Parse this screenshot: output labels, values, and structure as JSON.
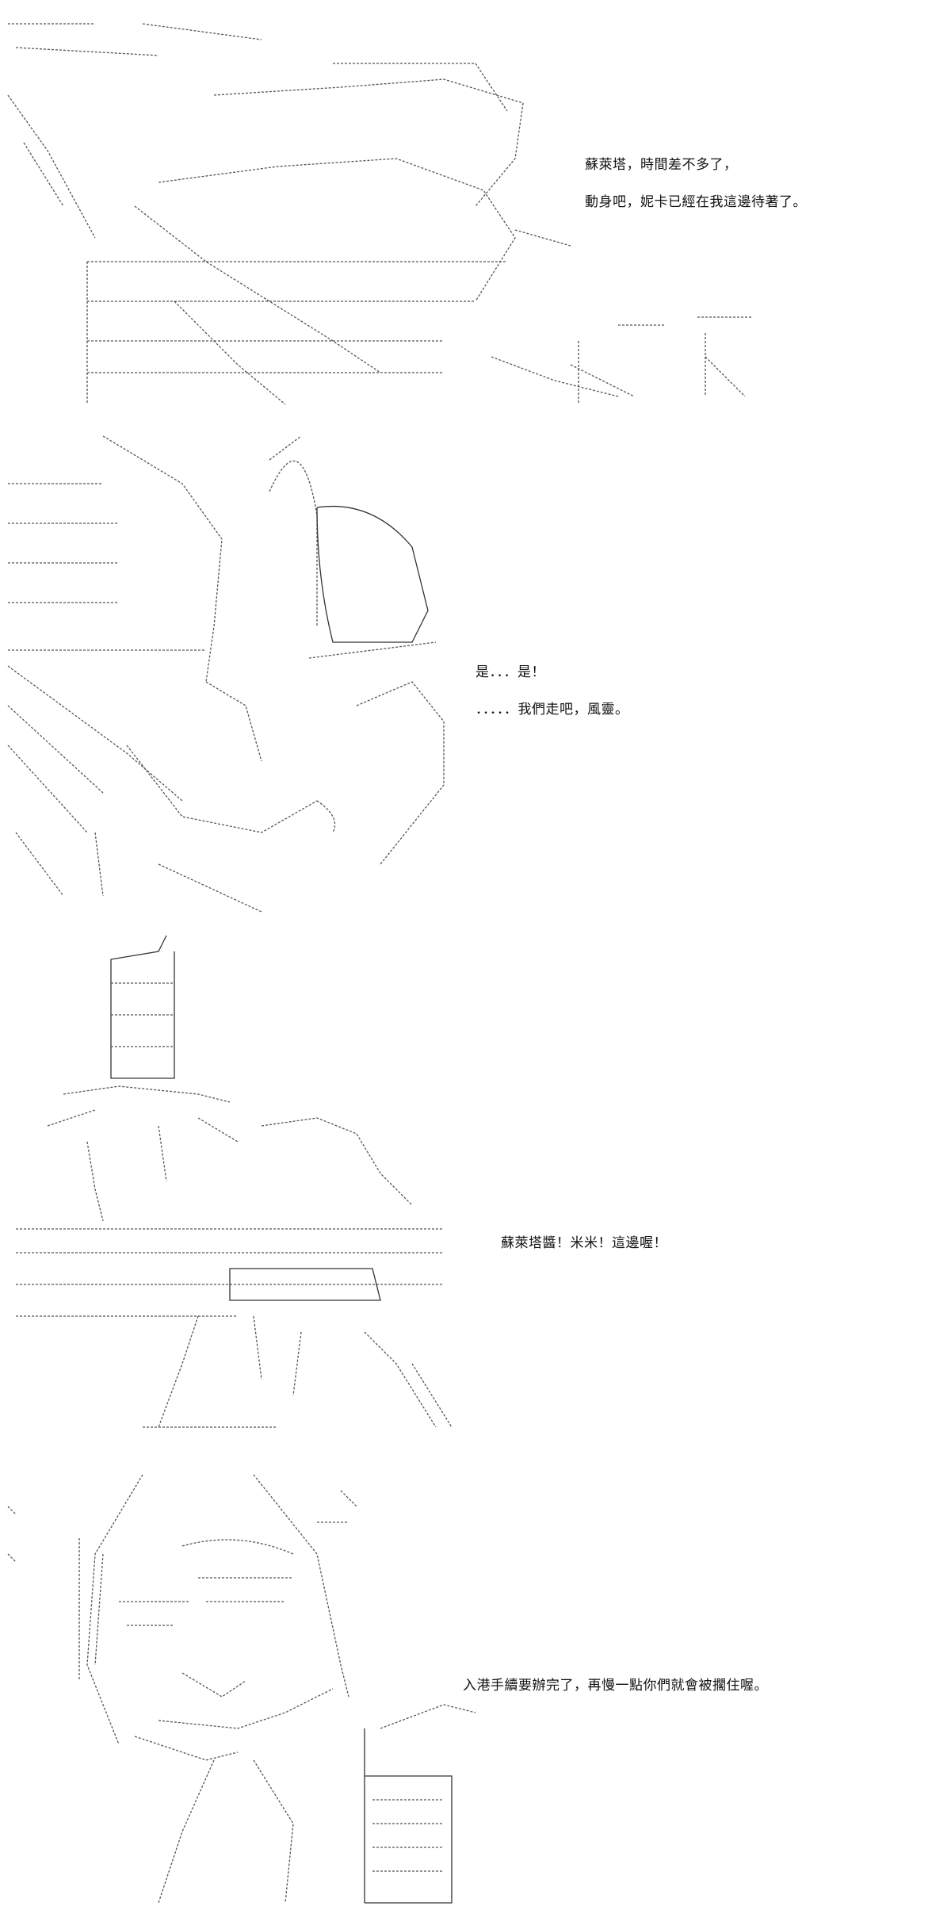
{
  "panels": [
    {
      "dialogue": [
        "蘇萊塔，時間差不多了，",
        "動身吧，妮卡已經在我這邊待著了。"
      ]
    },
    {
      "dialogue": [
        "是．．．是！",
        "．．．．．我們走吧，風靈。"
      ]
    },
    {
      "dialogue": [
        "蘇萊塔醬！米米！這邊喔！"
      ]
    },
    {
      "dialogue": [
        "入港手續要辦完了，再慢一點你們就會被擱住喔。"
      ]
    }
  ]
}
